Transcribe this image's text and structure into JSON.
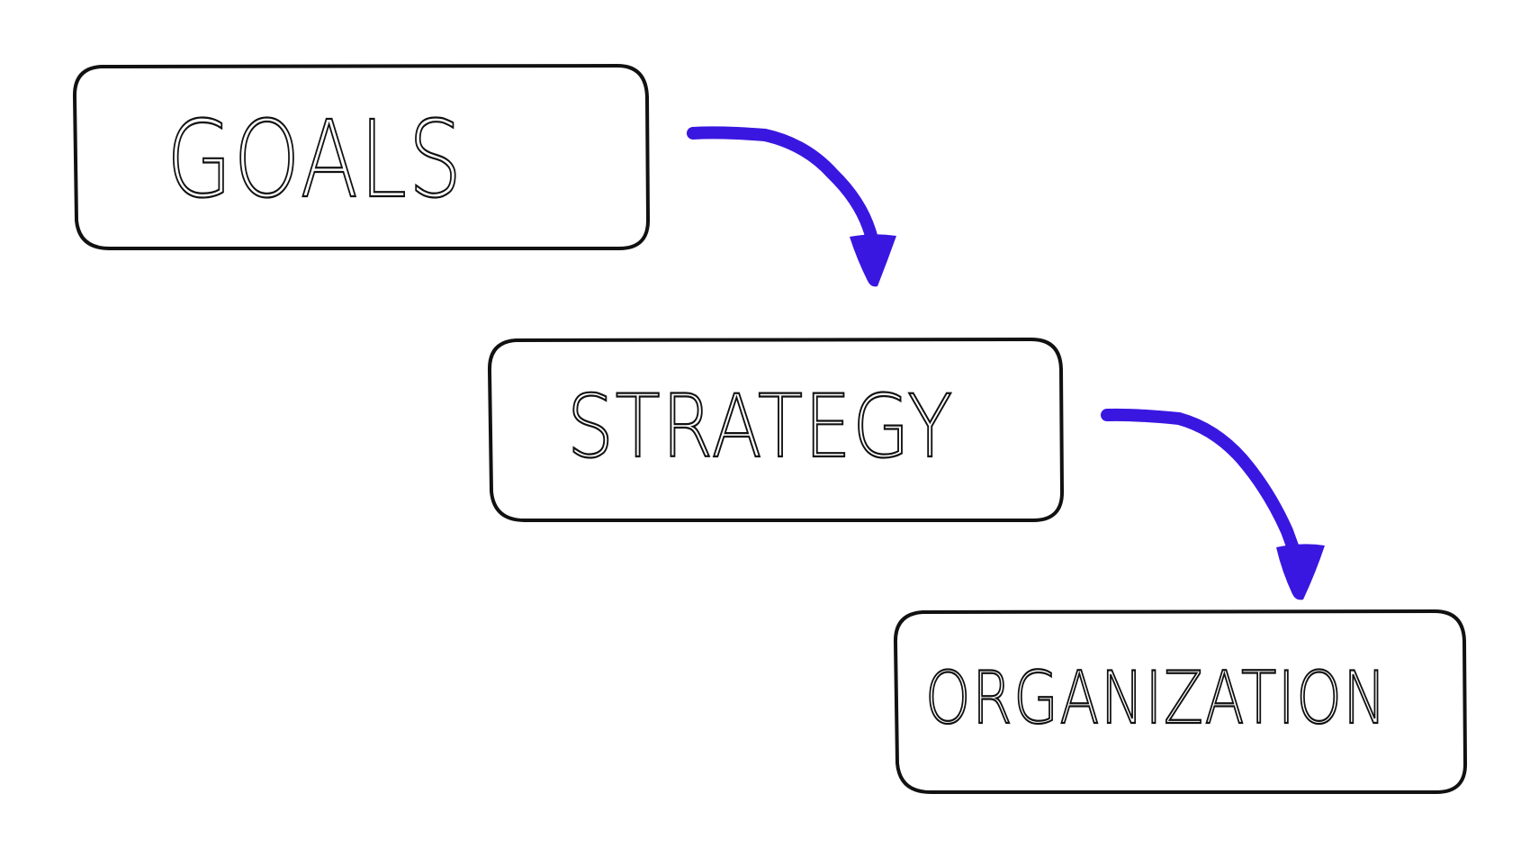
{
  "diagram": {
    "boxes": [
      {
        "id": "goals",
        "label": "GOALS"
      },
      {
        "id": "strategy",
        "label": "STRATEGY"
      },
      {
        "id": "organization",
        "label": "ORGANIZATION"
      }
    ],
    "arrows": [
      {
        "from": "goals",
        "to": "strategy"
      },
      {
        "from": "strategy",
        "to": "organization"
      }
    ]
  },
  "colors": {
    "arrow": "#3a17e0",
    "stroke": "#111111",
    "background": "#ffffff"
  }
}
